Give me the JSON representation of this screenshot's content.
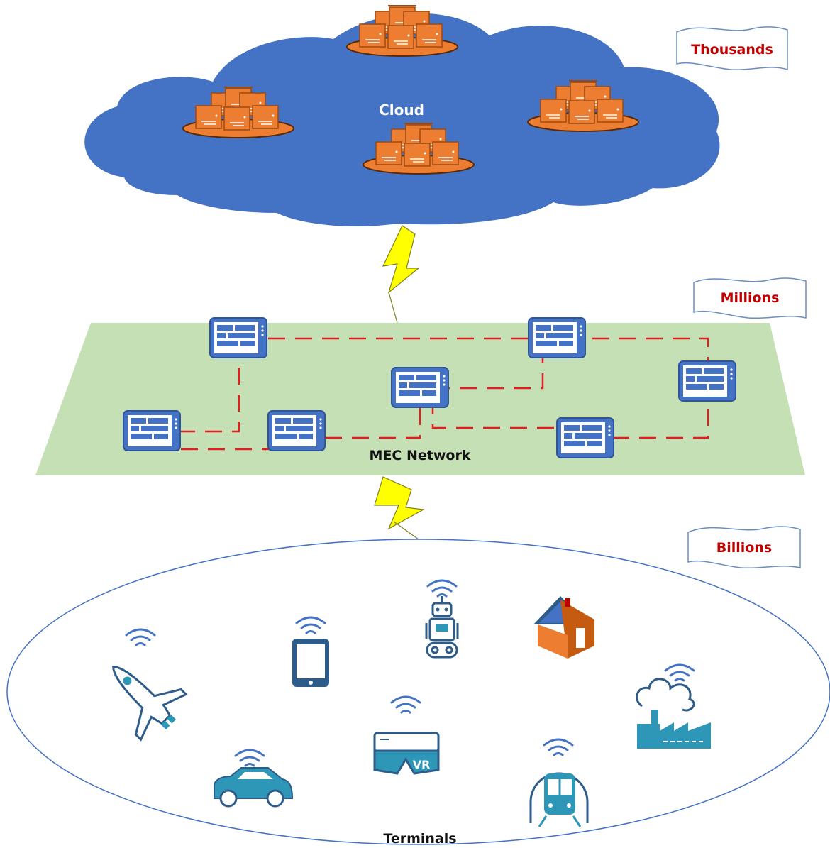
{
  "labels": {
    "cloud": "Cloud",
    "mec": "MEC Network",
    "terminals": "Terminals"
  },
  "flags": {
    "thousands": "Thousands",
    "millions": "Millions",
    "billions": "Billions"
  },
  "colors": {
    "cloud": "#4472C4",
    "server": "#ED7D31",
    "mec_plane": "#C5E0B4",
    "mec_node": "#4472C4",
    "link": "#E02020",
    "lightning": "#FFFF00",
    "flag_text": "#C00000",
    "terminal_icon": "#2E97B8",
    "terminal_outline": "#4472C4"
  },
  "icons": {
    "server_group": "server-rack-icon",
    "edge_node": "edge-server-icon",
    "link": "lightning-icon",
    "terminals": [
      "airplane-icon",
      "smartphone-icon",
      "robot-icon",
      "smart-home-icon",
      "factory-icon",
      "vr-headset-icon",
      "car-icon",
      "train-icon",
      "wifi-icon"
    ]
  }
}
